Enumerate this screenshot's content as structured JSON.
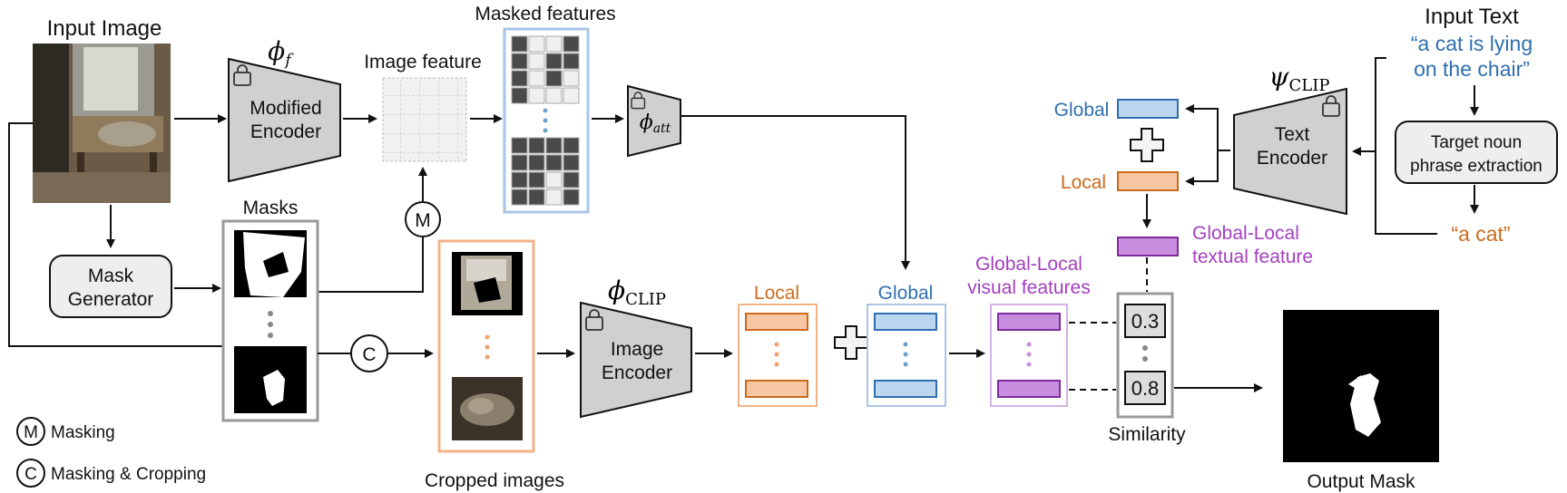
{
  "labels": {
    "input_image": "Input Image",
    "phi_f": "ϕ",
    "phi_f_sub": "f",
    "modified_encoder_line1": "Modified",
    "modified_encoder_line2": "Encoder",
    "image_feature": "Image feature",
    "masked_features": "Masked features",
    "phi_att": "ϕ",
    "phi_att_sub": "att",
    "masks": "Masks",
    "mask_generator_line1": "Mask",
    "mask_generator_line2": "Generator",
    "m_symbol": "M",
    "c_symbol": "C",
    "cropped_images": "Cropped images",
    "phi_clip": "ϕ",
    "phi_clip_sub": "CLIP",
    "image_encoder_line1": "Image",
    "image_encoder_line2": "Encoder",
    "local_visual": "Local",
    "global_visual": "Global",
    "gl_visual_line1": "Global-Local",
    "gl_visual_line2": "visual features",
    "similarity": "Similarity",
    "sim_value_1": "0.3",
    "sim_value_2": "0.8",
    "output_mask": "Output Mask",
    "input_text": "Input Text",
    "text_quote_line1": "“a cat is lying",
    "text_quote_line2": "on the chair”",
    "psi_clip": "ψ",
    "psi_clip_sub": "CLIP",
    "text_encoder_line1": "Text",
    "text_encoder_line2": "Encoder",
    "target_noun_line1": "Target noun",
    "target_noun_line2": "phrase extraction",
    "noun_quote": "“a cat”",
    "global_text": "Global",
    "local_text": "Local",
    "gl_text_line1": "Global-Local",
    "gl_text_line2": "textual feature",
    "legend_masking": "Masking",
    "legend_masking_cropping": "Masking & Cropping"
  },
  "colors": {
    "blue": "#2f6fb0",
    "orange": "#cc6a1c",
    "purple": "#a43fc0",
    "encoder_fill": "#d0d0d0",
    "blue_bar": "#bcd6ef",
    "orange_bar": "#f7c7a4",
    "purple_bar": "#c98de0"
  },
  "icons": [
    "lock-icon",
    "plus-icon",
    "image-thumbnail",
    "mask-thumbnail"
  ]
}
